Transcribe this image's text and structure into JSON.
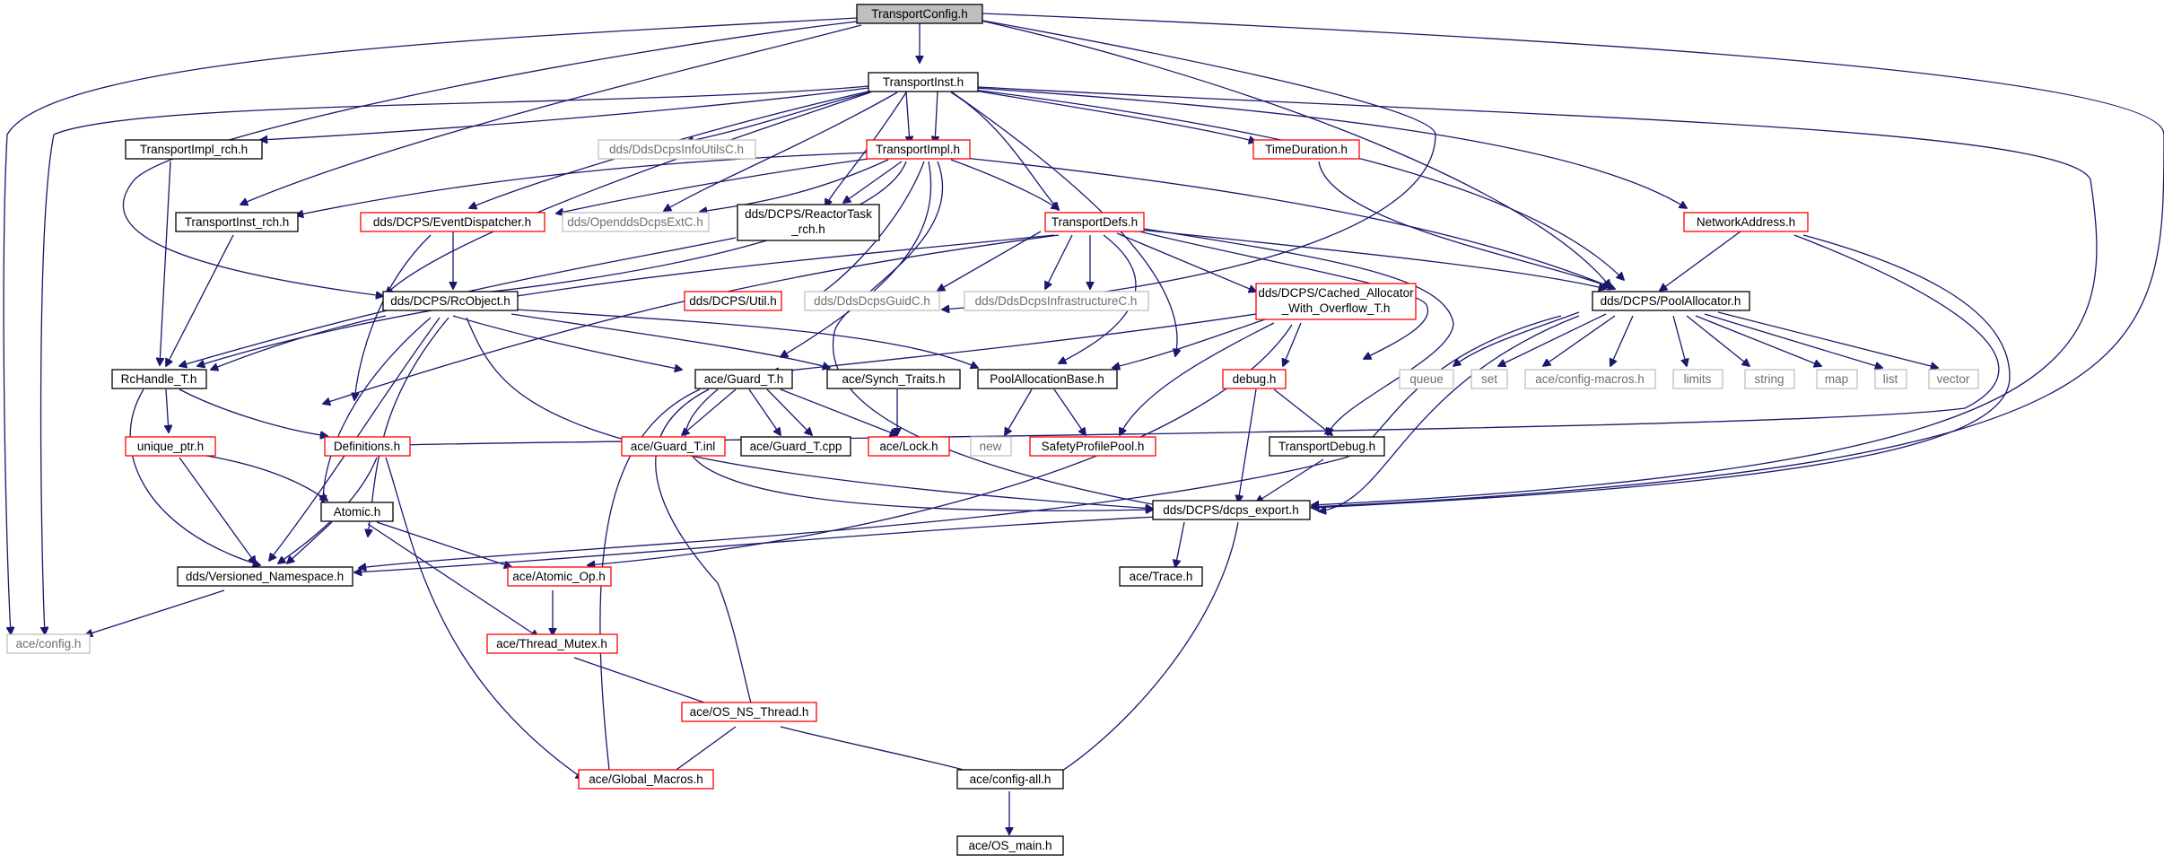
{
  "colors": {
    "edge": "#191970",
    "border_documented": "#000000",
    "border_incomplete": "#ff0000",
    "border_external": "#bfbfbf",
    "root_fill": "#bfbfbf"
  },
  "nodes": [
    {
      "id": "n_transportconfig",
      "label": "TransportConfig.h",
      "kind": "root"
    },
    {
      "id": "n_transportinst",
      "label": "TransportInst.h",
      "kind": "black"
    },
    {
      "id": "n_transportimpl_rch",
      "label": "TransportImpl_rch.h",
      "kind": "black"
    },
    {
      "id": "n_infoutils",
      "label": "dds/DdsDcpsInfoUtilsC.h",
      "kind": "grey"
    },
    {
      "id": "n_transportimpl",
      "label": "TransportImpl.h",
      "kind": "red"
    },
    {
      "id": "n_timeduration",
      "label": "TimeDuration.h",
      "kind": "red"
    },
    {
      "id": "n_transportinst_rch",
      "label": "TransportInst_rch.h",
      "kind": "black"
    },
    {
      "id": "n_eventdispatcher",
      "label": "dds/DCPS/EventDispatcher.h",
      "kind": "red"
    },
    {
      "id": "n_opendds",
      "label": "dds/OpenddsDcpsExtC.h",
      "kind": "grey"
    },
    {
      "id": "n_reactortask_1",
      "label": "dds/DCPS/ReactorTask",
      "kind": "black"
    },
    {
      "id": "n_reactortask_2",
      "label": "_rch.h",
      "kind": "black"
    },
    {
      "id": "n_transportdefs",
      "label": "TransportDefs.h",
      "kind": "red"
    },
    {
      "id": "n_networkaddress",
      "label": "NetworkAddress.h",
      "kind": "red"
    },
    {
      "id": "n_rcobject",
      "label": "dds/DCPS/RcObject.h",
      "kind": "black"
    },
    {
      "id": "n_util",
      "label": "dds/DCPS/Util.h",
      "kind": "red"
    },
    {
      "id": "n_guidc",
      "label": "dds/DdsDcpsGuidC.h",
      "kind": "grey"
    },
    {
      "id": "n_infrastructure",
      "label": "dds/DdsDcpsInfrastructureC.h",
      "kind": "grey"
    },
    {
      "id": "n_cached_1",
      "label": "dds/DCPS/Cached_Allocator",
      "kind": "red"
    },
    {
      "id": "n_cached_2",
      "label": "_With_Overflow_T.h",
      "kind": "red"
    },
    {
      "id": "n_poolallocator",
      "label": "dds/DCPS/PoolAllocator.h",
      "kind": "black"
    },
    {
      "id": "n_rchandle",
      "label": "RcHandle_T.h",
      "kind": "black"
    },
    {
      "id": "n_guard",
      "label": "ace/Guard_T.h",
      "kind": "black"
    },
    {
      "id": "n_synch",
      "label": "ace/Synch_Traits.h",
      "kind": "black"
    },
    {
      "id": "n_poolalloc_base",
      "label": "PoolAllocationBase.h",
      "kind": "black"
    },
    {
      "id": "n_debug",
      "label": "debug.h",
      "kind": "red"
    },
    {
      "id": "n_queue",
      "label": "queue",
      "kind": "grey"
    },
    {
      "id": "n_set",
      "label": "set",
      "kind": "grey"
    },
    {
      "id": "n_configmacros",
      "label": "ace/config-macros.h",
      "kind": "grey"
    },
    {
      "id": "n_limits",
      "label": "limits",
      "kind": "grey"
    },
    {
      "id": "n_string",
      "label": "string",
      "kind": "grey"
    },
    {
      "id": "n_map",
      "label": "map",
      "kind": "grey"
    },
    {
      "id": "n_list",
      "label": "list",
      "kind": "grey"
    },
    {
      "id": "n_vector",
      "label": "vector",
      "kind": "grey"
    },
    {
      "id": "n_uniqueptr",
      "label": "unique_ptr.h",
      "kind": "red"
    },
    {
      "id": "n_definitions",
      "label": "Definitions.h",
      "kind": "red"
    },
    {
      "id": "n_guard_inl",
      "label": "ace/Guard_T.inl",
      "kind": "red"
    },
    {
      "id": "n_guard_cpp",
      "label": "ace/Guard_T.cpp",
      "kind": "black"
    },
    {
      "id": "n_lock",
      "label": "ace/Lock.h",
      "kind": "red"
    },
    {
      "id": "n_new",
      "label": "new",
      "kind": "grey"
    },
    {
      "id": "n_safetyprofile",
      "label": "SafetyProfilePool.h",
      "kind": "red"
    },
    {
      "id": "n_transportdebug",
      "label": "TransportDebug.h",
      "kind": "black"
    },
    {
      "id": "n_atomic",
      "label": "Atomic.h",
      "kind": "black"
    },
    {
      "id": "n_dcpsexport",
      "label": "dds/DCPS/dcps_export.h",
      "kind": "black"
    },
    {
      "id": "n_versioned",
      "label": "dds/Versioned_Namespace.h",
      "kind": "black"
    },
    {
      "id": "n_atomic_op",
      "label": "ace/Atomic_Op.h",
      "kind": "red"
    },
    {
      "id": "n_trace",
      "label": "ace/Trace.h",
      "kind": "black"
    },
    {
      "id": "n_aceconfig",
      "label": "ace/config.h",
      "kind": "grey"
    },
    {
      "id": "n_threadmutex",
      "label": "ace/Thread_Mutex.h",
      "kind": "red"
    },
    {
      "id": "n_osnsthread",
      "label": "ace/OS_NS_Thread.h",
      "kind": "red"
    },
    {
      "id": "n_globalmacros",
      "label": "ace/Global_Macros.h",
      "kind": "red"
    },
    {
      "id": "n_configall",
      "label": "ace/config-all.h",
      "kind": "black"
    },
    {
      "id": "n_osmain",
      "label": "ace/OS_main.h",
      "kind": "black"
    }
  ]
}
